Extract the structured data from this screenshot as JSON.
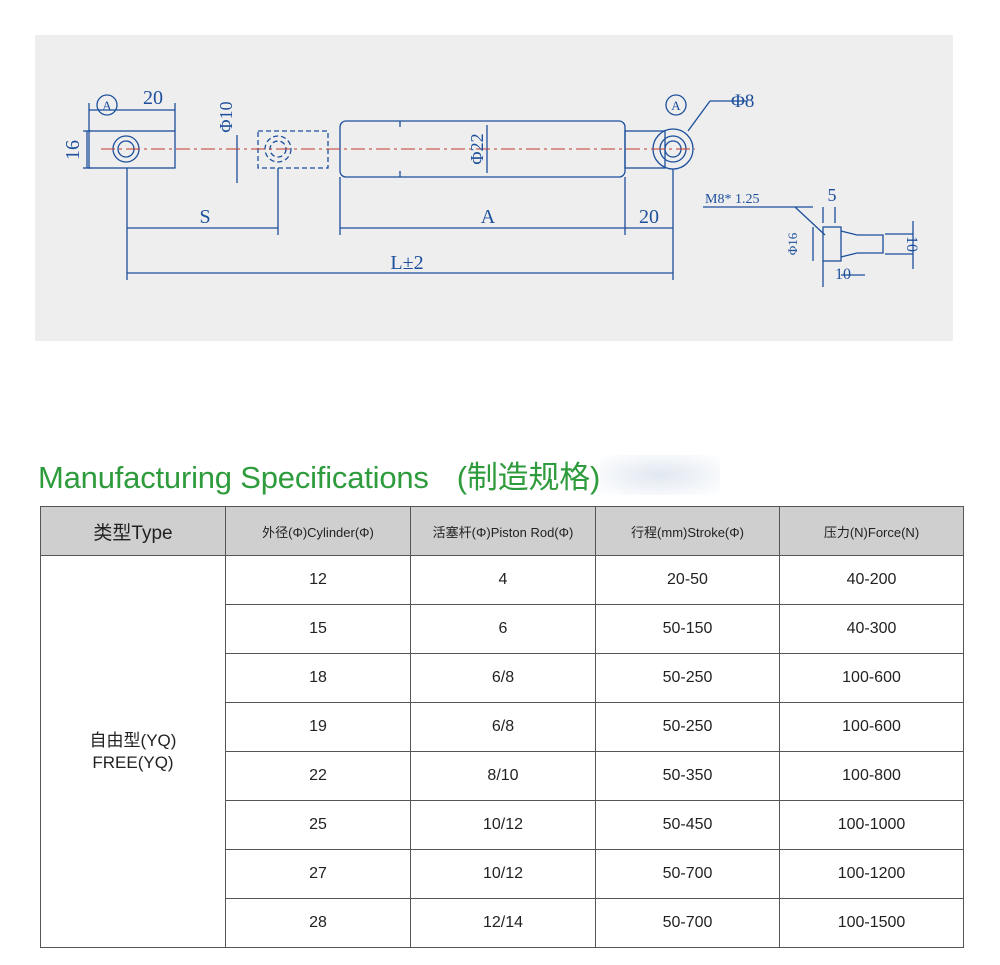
{
  "drawing": {
    "labels": {
      "a_left": "A",
      "a_right": "A",
      "dim_20_top": "20",
      "dim_16": "16",
      "dim_phi10": "Φ10",
      "dim_phi8": "Φ8",
      "dim_phi22": "Φ22",
      "dim_s": "S",
      "dim_a": "A",
      "dim_20_bottom": "20",
      "dim_l": "L±2",
      "thread": "M8* 1.25",
      "dim_5": "5",
      "dim_phi16": "Φ16",
      "dim_10_right": "10",
      "dim_10_bottom": "10"
    }
  },
  "section": {
    "title_en": "Manufacturing Specifications",
    "title_cn": "(制造规格)"
  },
  "table": {
    "headers": {
      "type": "类型Type",
      "cylinder": "外径(Φ)Cylinder(Φ)",
      "piston": "活塞杆(Φ)Piston Rod(Φ)",
      "stroke": "行程(mm)Stroke(Φ)",
      "force": "压力(N)Force(N)"
    },
    "type_line1": "自由型(YQ)",
    "type_line2": "FREE(YQ)",
    "rows": [
      {
        "cylinder": "12",
        "piston": "4",
        "stroke": "20-50",
        "force": "40-200"
      },
      {
        "cylinder": "15",
        "piston": "6",
        "stroke": "50-150",
        "force": "40-300"
      },
      {
        "cylinder": "18",
        "piston": "6/8",
        "stroke": "50-250",
        "force": "100-600"
      },
      {
        "cylinder": "19",
        "piston": "6/8",
        "stroke": "50-250",
        "force": "100-600"
      },
      {
        "cylinder": "22",
        "piston": "8/10",
        "stroke": "50-350",
        "force": "100-800"
      },
      {
        "cylinder": "25",
        "piston": "10/12",
        "stroke": "50-450",
        "force": "100-1000"
      },
      {
        "cylinder": "27",
        "piston": "10/12",
        "stroke": "50-700",
        "force": "100-1200"
      },
      {
        "cylinder": "28",
        "piston": "12/14",
        "stroke": "50-700",
        "force": "100-1500"
      }
    ]
  },
  "colors": {
    "line": "#1c4f9c",
    "centerline": "#c0392b",
    "title": "#2e9b3c",
    "header_bg": "#cfcfcf",
    "panel_bg": "#eeeeef"
  }
}
